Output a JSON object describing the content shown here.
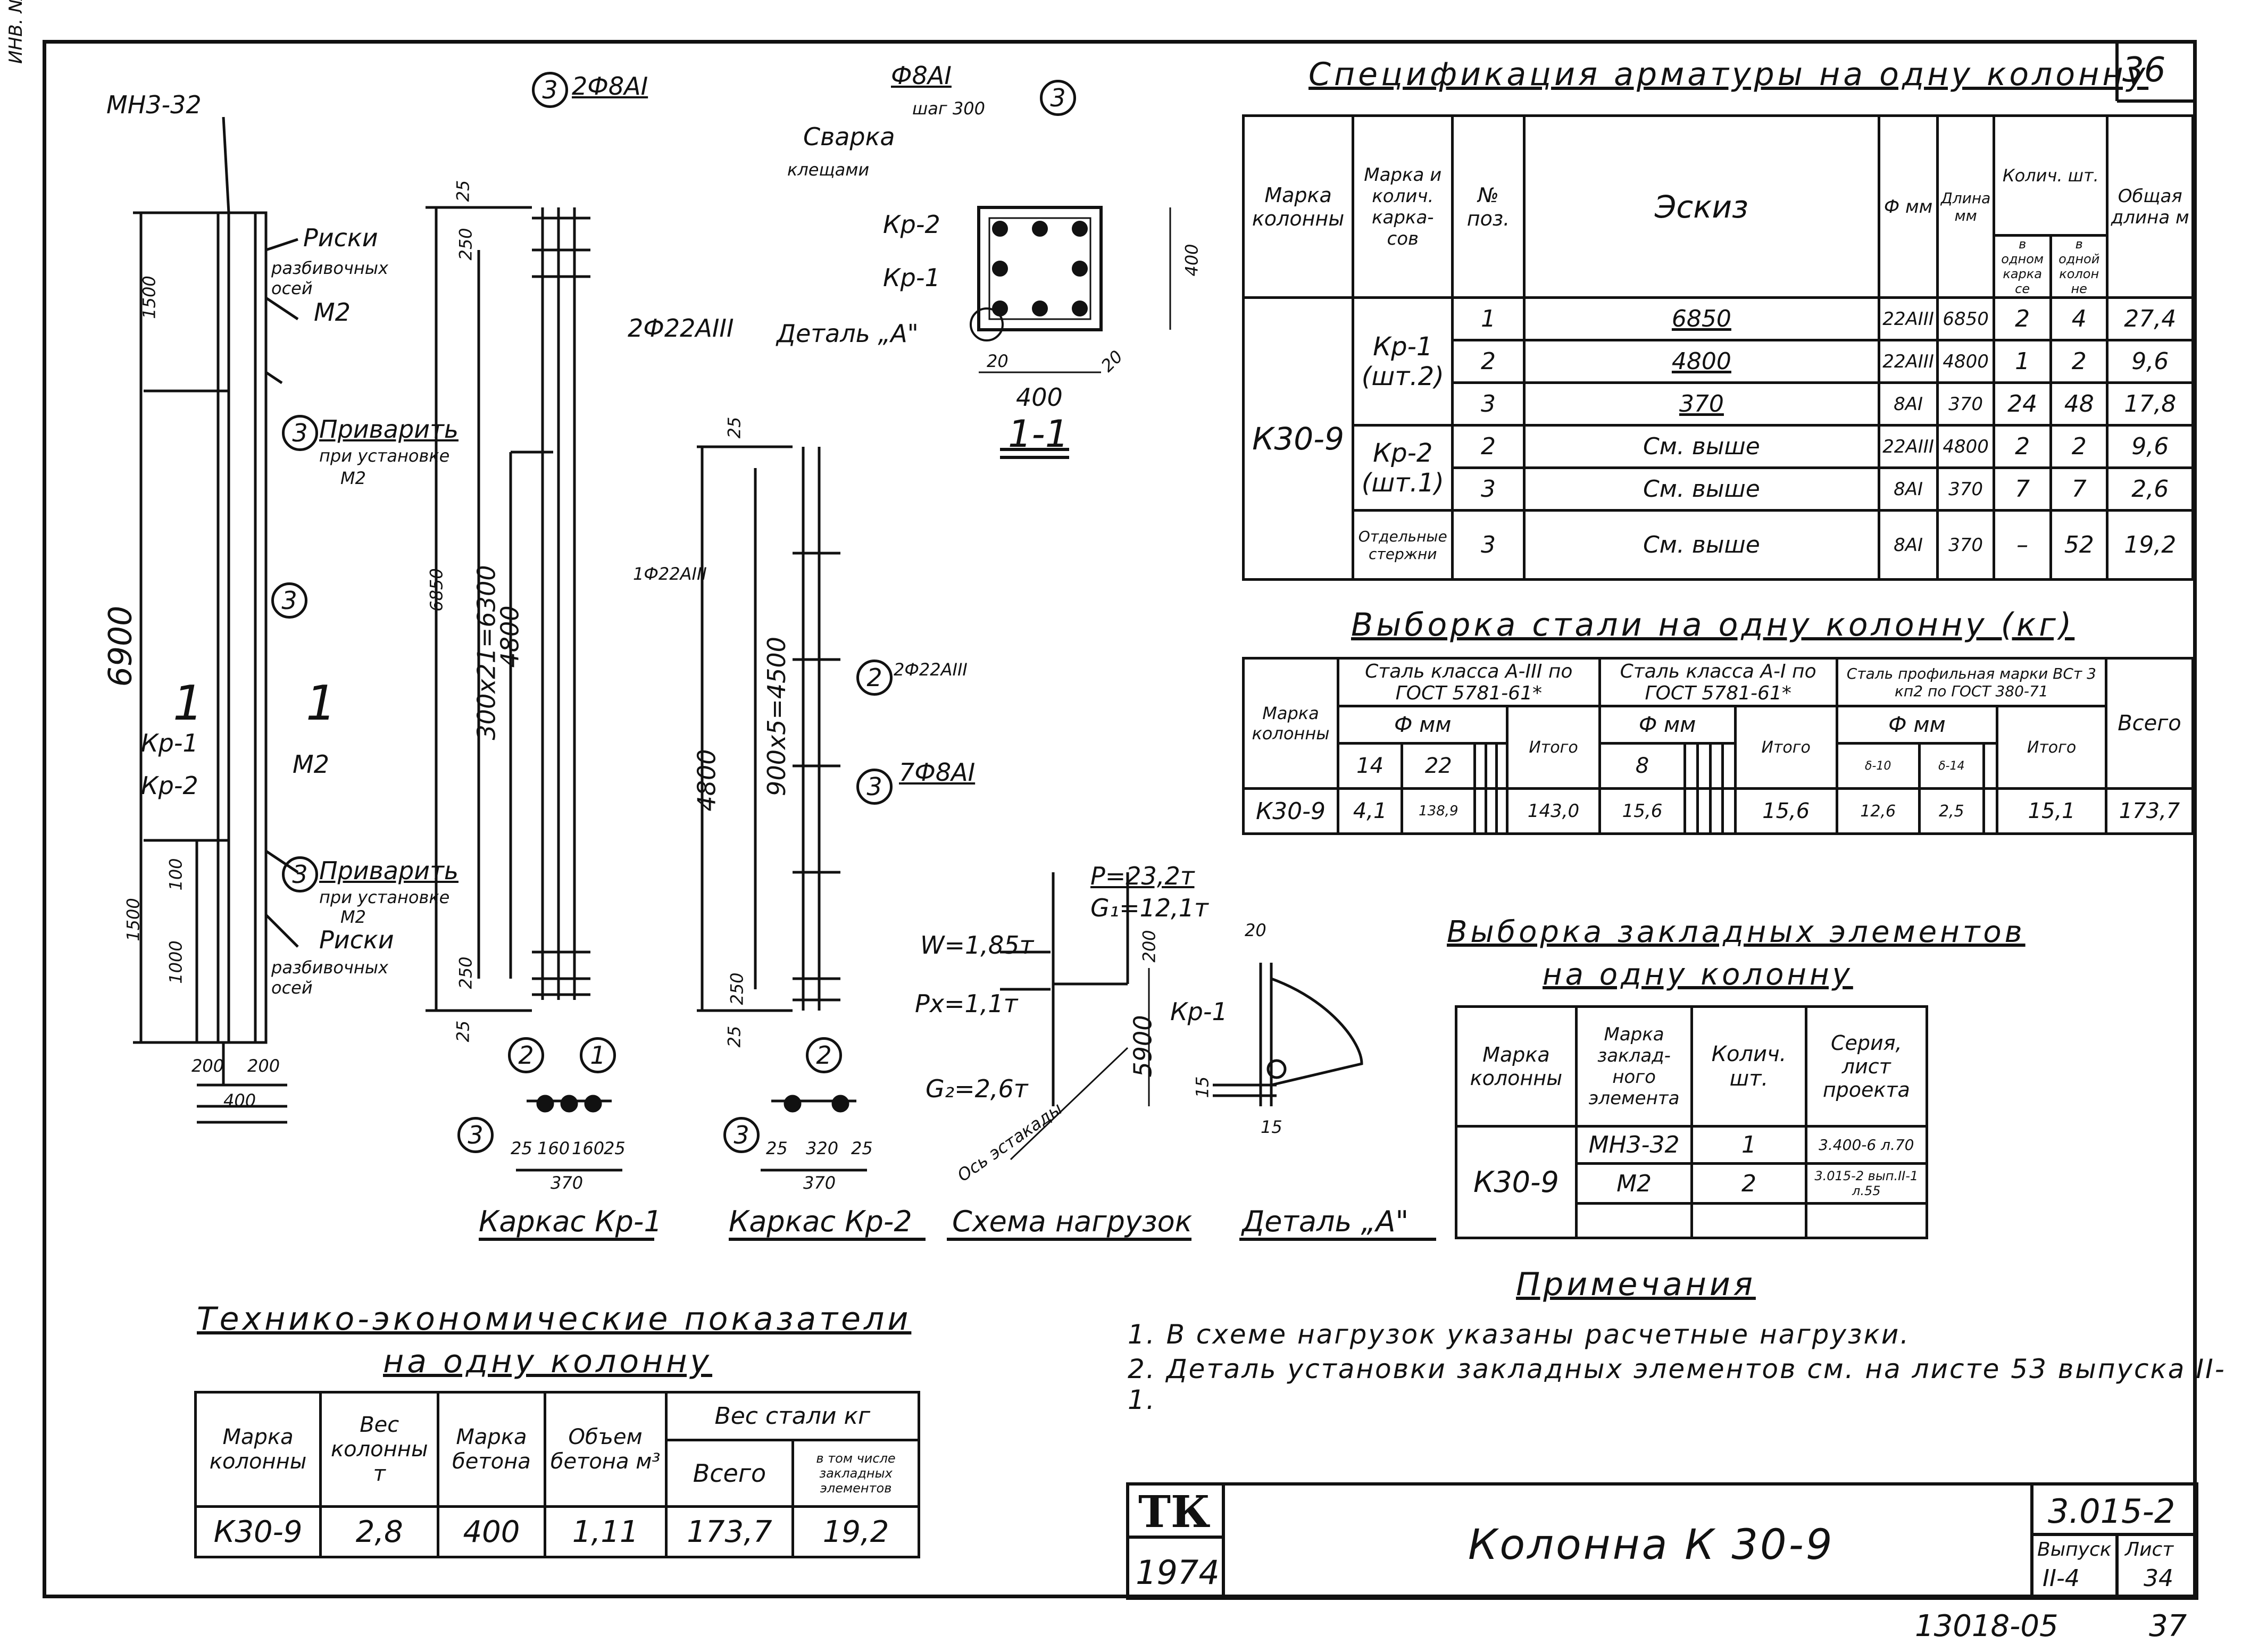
{
  "sheet": {
    "corner_number": "36",
    "bottom_code": "13018-05",
    "bottom_page": "37",
    "left_margin_text": "ИНВ. №"
  },
  "spec": {
    "title": "Спецификация арматуры на одну колонну",
    "headers": {
      "col_mark": "Марка колонны",
      "frame_mark": "Марка и колич. карка- сов",
      "pos": "№ поз.",
      "sketch": "Эскиз",
      "phi": "Ф мм",
      "length": "Длина мм",
      "qty": "Колич. шт.",
      "qty_frame": "в одном карка се",
      "qty_column": "в одной колон не",
      "total": "Общая длина м"
    },
    "column": "К30-9",
    "rows": [
      {
        "group": "Кр-1 (шт.2)",
        "pos": "1",
        "sketch": "6850",
        "phi": "22AIII",
        "len": "6850",
        "q1": "2",
        "q2": "4",
        "total": "27,4"
      },
      {
        "group": "",
        "pos": "2",
        "sketch": "4800",
        "phi": "22AIII",
        "len": "4800",
        "q1": "1",
        "q2": "2",
        "total": "9,6"
      },
      {
        "group": "",
        "pos": "3",
        "sketch": "370",
        "phi": "8AI",
        "len": "370",
        "q1": "24",
        "q2": "48",
        "total": "17,8"
      },
      {
        "group": "Кр-2 (шт.1)",
        "pos": "2",
        "sketch": "См. выше",
        "phi": "22AIII",
        "len": "4800",
        "q1": "2",
        "q2": "2",
        "total": "9,6"
      },
      {
        "group": "",
        "pos": "3",
        "sketch": "См. выше",
        "phi": "8AI",
        "len": "370",
        "q1": "7",
        "q2": "7",
        "total": "2,6"
      },
      {
        "group": "Отдельные стержни",
        "pos": "3",
        "sketch": "См. выше",
        "phi": "8AI",
        "len": "370",
        "q1": "–",
        "q2": "52",
        "total": "19,2"
      }
    ]
  },
  "steel": {
    "title": "Выборка стали на одну колонну (кг)",
    "h_mark": "Марка колонны",
    "h_a3": "Сталь класса А-III по ГОСТ 5781-61*",
    "h_a1": "Сталь класса А-I по ГОСТ 5781-61*",
    "h_prof": "Сталь профильная марки ВСт 3 кп2 по ГОСТ 380-71",
    "h_phi": "Ф мм",
    "h_itogo": "Итого",
    "h_vsego": "Всего",
    "d_a3": [
      "14",
      "22"
    ],
    "d_a1": [
      "8"
    ],
    "d_prof": [
      "δ-10",
      "δ-14"
    ],
    "row": {
      "mark": "К30-9",
      "a3_14": "4,1",
      "a3_22": "138,9",
      "a3_total": "143,0",
      "a1_8": "15,6",
      "a1_total": "15,6",
      "p1": "12,6",
      "p2": "2,5",
      "p_total": "15,1",
      "total": "173,7"
    }
  },
  "embed": {
    "title": "Выборка закладных элементов",
    "title2": "на одну колонну",
    "h_col": "Марка колонны",
    "h_el": "Марка заклад- ного элемента",
    "h_qty": "Колич. шт.",
    "h_series": "Серия, лист проекта",
    "col": "К30-9",
    "rows": [
      {
        "el": "МН3-32",
        "qty": "1",
        "series": "3.400-6 л.70"
      },
      {
        "el": "М2",
        "qty": "2",
        "series": "3.015-2 вып.II-1 л.55"
      }
    ]
  },
  "notes": {
    "title": "Примечания",
    "lines": [
      "1. В схеме нагрузок указаны расчетные нагрузки.",
      "2. Деталь установки закладных элементов см. на листе 53 выпуска II-1."
    ]
  },
  "teo": {
    "title": "Технико-экономические показатели",
    "title2": "на одну колонну",
    "h_mark": "Марка колонны",
    "h_weight": "Вес колонны т",
    "h_concrete": "Марка бетона",
    "h_volume": "Объем бетона м³",
    "h_steel": "Вес стали кг",
    "h_all": "Всего",
    "h_incl": "в том числе закладных элементов",
    "row": {
      "mark": "К30-9",
      "weight": "2,8",
      "concrete": "400",
      "volume": "1,11",
      "all": "173,7",
      "incl": "19,2"
    }
  },
  "stamp": {
    "logo": "ТК",
    "year": "1974",
    "name": "Колонна К 30-9",
    "series": "3.015-2",
    "issue_label": "Выпуск",
    "issue": "II-4",
    "sheet_label": "Лист",
    "sheet": "34"
  },
  "column_view": {
    "top_label": "МН3-32",
    "riski_top": "Риски",
    "riski_top2": "разбивочных осей",
    "m2_top": "М2",
    "privarit": "Приварить",
    "privarit2": "при установке",
    "privarit3": "М2",
    "riski_bot": "Риски",
    "riski_bot2": "разбивочных осей",
    "m2_mid": "М2",
    "kr1": "Кр-1",
    "kr2": "Кр-2",
    "cut": "1",
    "dim_6900": "6900",
    "dim_1500a": "1500",
    "dim_1500b": "1500",
    "dim_1000": "1000",
    "dim_100": "100",
    "dim_200a": "200",
    "dim_200b": "200",
    "dim_400": "400",
    "pos3": "3"
  },
  "kr1_view": {
    "caption": "Каркас Кр-1",
    "bar_top": "2Ф8АI",
    "lbl1": "2Ф22АIII",
    "lbl2": "1Ф22АIII",
    "dim_6850": "6850",
    "dim_seq": "300х21=6300",
    "dim_4800": "4800",
    "d25a": "25",
    "d250a": "250",
    "d250b": "250",
    "d25b": "25",
    "d25c": "25",
    "d160a": "160",
    "d160b": "160",
    "d25d": "25",
    "d370": "370"
  },
  "kr2_view": {
    "caption": "Каркас Кр-2",
    "lbl2": "2Ф22АIII",
    "lbl3": "7Ф8АI",
    "dim_4800": "4800",
    "dim_seq": "900х5=4500",
    "d25a": "25",
    "d250": "250",
    "d25b": "25",
    "d25c": "25",
    "d320": "320",
    "d25d": "25",
    "d370": "370"
  },
  "section": {
    "bar": "Ф8АI",
    "step": "шаг 300",
    "svarka": "Сварка",
    "svarka2": "клещами",
    "kr2": "Кр-2",
    "kr1": "Кр-1",
    "detail": "Деталь „А\"",
    "d400h": "400",
    "d400v": "400",
    "d20a": "20",
    "d20b": "20",
    "caption": "1-1"
  },
  "loads": {
    "caption": "Схема нагрузок",
    "P": "Р=23,2т",
    "G1": "G₁=12,1т",
    "W": "W=1,85т",
    "Px": "Рх=1,1т",
    "G2": "G₂=2,6т",
    "d200": "200",
    "d5900": "5900",
    "axis": "Ось эстакады"
  },
  "detailA": {
    "caption": "Деталь „А\"",
    "kr1": "Кр-1",
    "d20": "20",
    "d15a": "15",
    "d15b": "15"
  }
}
